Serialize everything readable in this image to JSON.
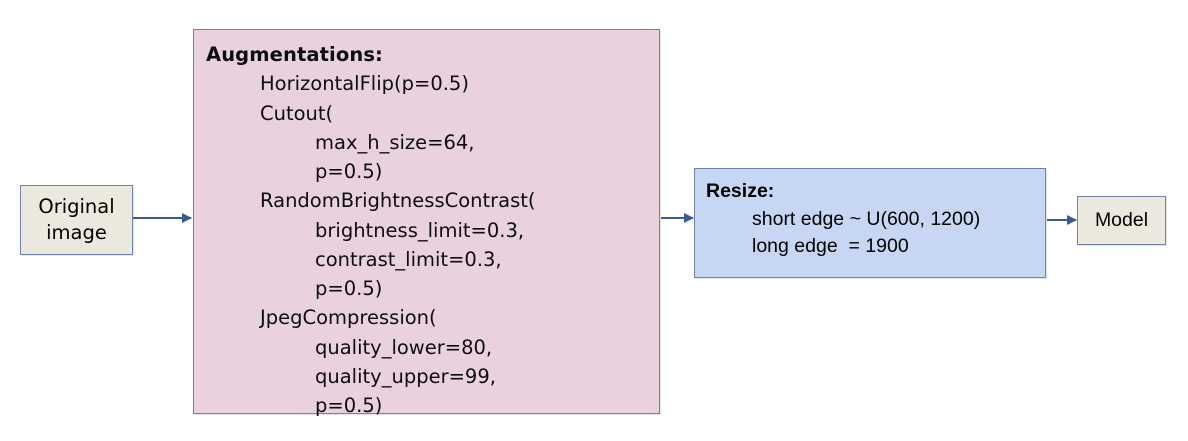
{
  "diagram": {
    "colors": {
      "beige_fill": "#ebe9dd",
      "pink_fill": "#e9d2de",
      "blue_fill": "#c6d6f3",
      "border": "#6b85ad",
      "arrow": "#3a5a94"
    },
    "original": {
      "line1": "Original",
      "line2": "image"
    },
    "augmentations": {
      "title": "Augmentations:",
      "lines": [
        {
          "indent": 1,
          "text": "HorizontalFlip(p=0.5)"
        },
        {
          "indent": 1,
          "text": "Cutout("
        },
        {
          "indent": 2,
          "text": "max_h_size=64,"
        },
        {
          "indent": 2,
          "text": "p=0.5)"
        },
        {
          "indent": 1,
          "text": "RandomBrightnessContrast("
        },
        {
          "indent": 2,
          "text": "brightness_limit=0.3,"
        },
        {
          "indent": 2,
          "text": "contrast_limit=0.3,"
        },
        {
          "indent": 2,
          "text": "p=0.5)"
        },
        {
          "indent": 1,
          "text": "JpegCompression("
        },
        {
          "indent": 2,
          "text": "quality_lower=80,"
        },
        {
          "indent": 2,
          "text": "quality_upper=99,"
        },
        {
          "indent": 2,
          "text": "p=0.5)"
        }
      ]
    },
    "resize": {
      "title": "Resize:",
      "line1": "short edge ~ U(600, 1200)",
      "line2": "long edge  = 1900"
    },
    "model": {
      "label": "Model"
    }
  }
}
